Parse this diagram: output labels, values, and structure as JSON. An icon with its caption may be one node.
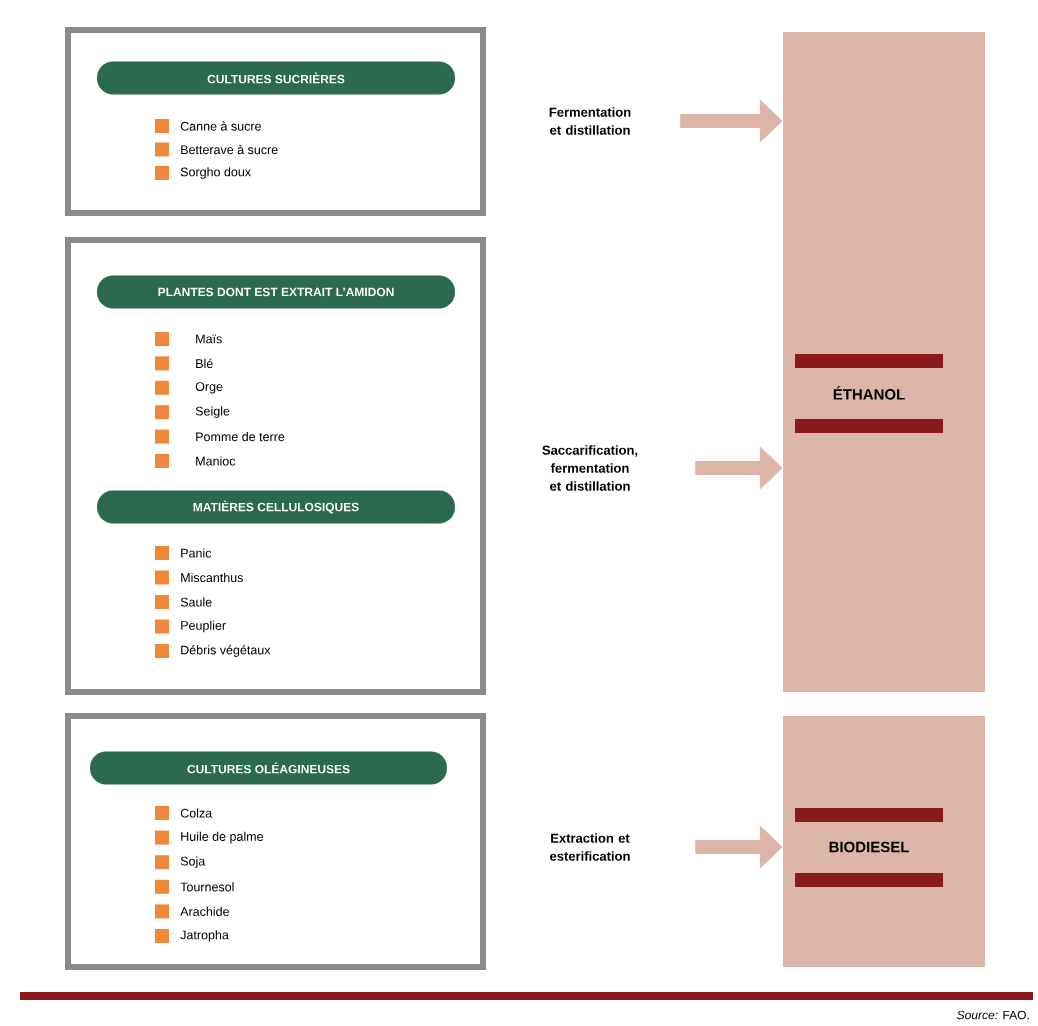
{
  "diagram": {
    "nodes": [
      {
        "text": [
          "Canne à sucre",
          "Betterave à sucre",
          "Sorgho doux"
        ]
      },
      {
        "text": [
          "CULTURES SUCRIÈRES"
        ],
        "in": 0
      },
      {
        "text": [
          "Maïs",
          "Blé",
          "Orge",
          "Seigle",
          "Pomme de terre",
          "Manioc",
          "Panic",
          "Miscanthus",
          "Saule",
          "Peuplier",
          "Débris végétaux"
        ]
      },
      {
        "text": [
          "PLANTES DONT EST EXTRAIT L’AMIDON"
        ],
        "in": 2
      },
      {
        "text": [
          "MATIÈRES CELLULOSIQUES"
        ],
        "in": 2
      },
      {
        "text": [
          "Colza",
          "Huile de palme",
          "Soja",
          "Tournesol",
          "Arachide",
          "Jatropha"
        ]
      },
      {
        "text": [
          "CULTURES OLÉAGINEUSES"
        ],
        "in": 5
      },
      {
        "text": [
          "Fermentation et distillation"
        ]
      },
      {
        "text": [
          "Saccarification, fermentation et distillation"
        ]
      },
      {
        "text": [
          "Extraction et esterification"
        ]
      },
      {
        "text": [
          "ÉTHANOL"
        ]
      },
      {
        "text": [
          "BIODIESEL"
        ]
      }
    ],
    "edges": [
      {
        "from": 7,
        "to": 10,
        "arrow": "to"
      },
      {
        "from": 8,
        "to": 10,
        "arrow": "to"
      },
      {
        "from": 9,
        "to": 11,
        "arrow": "to"
      }
    ],
    "labels": [
      "*Source:* FAO."
    ]
  }
}
